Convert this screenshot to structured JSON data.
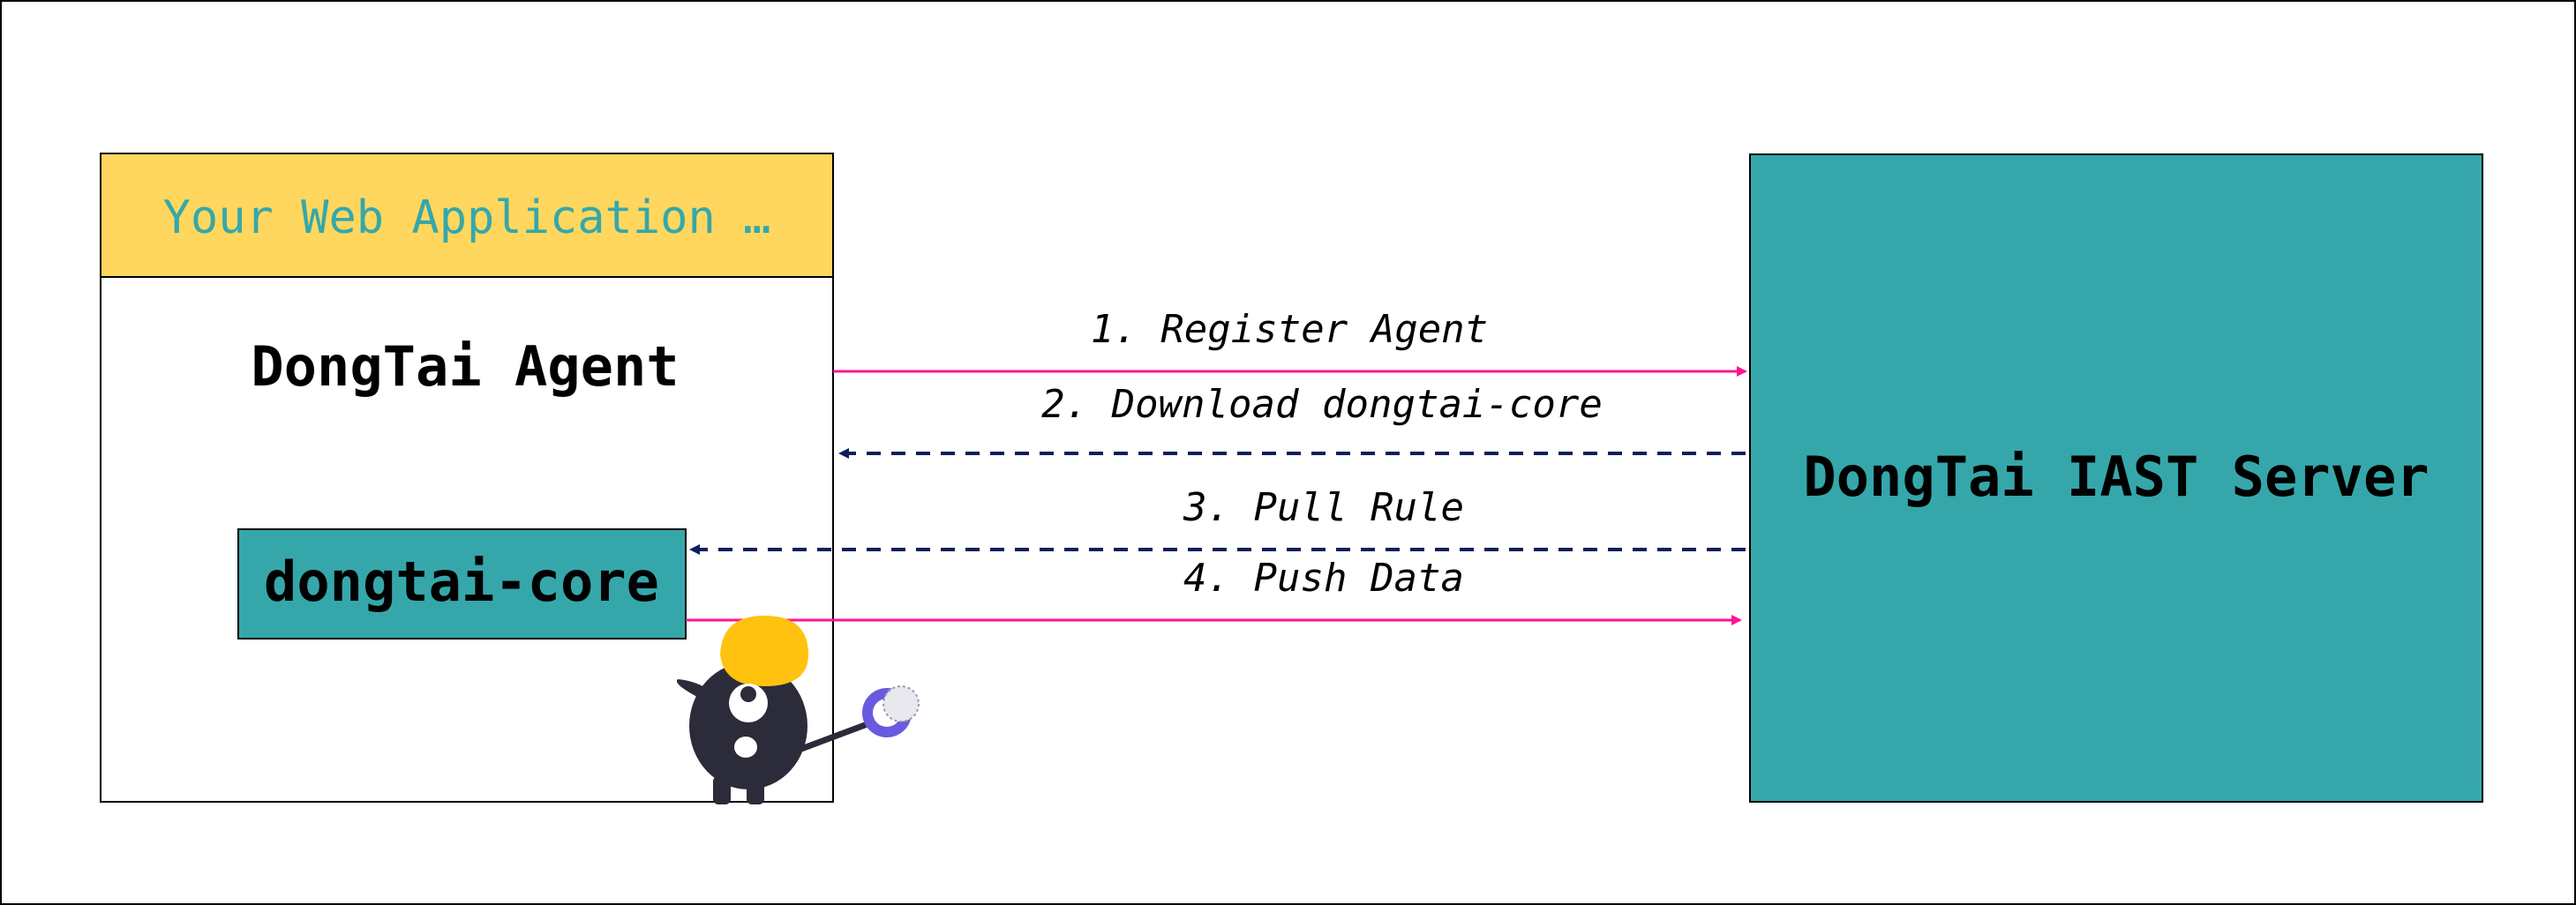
{
  "web_app": {
    "title": "Your Web Application …",
    "header_fill": "#FFD75E",
    "title_color": "#35A7AB"
  },
  "agent": {
    "title": "DongTai Agent"
  },
  "core": {
    "label": "dongtai-core",
    "fill": "#35A7AB"
  },
  "server": {
    "label": "DongTai IAST Server",
    "fill": "#35A7AB"
  },
  "flows": [
    {
      "label": "1. Register Agent",
      "direction": "to-server",
      "style": "solid",
      "color": "#FF1493"
    },
    {
      "label": "2. Download dongtai-core",
      "direction": "to-agent",
      "style": "dashed",
      "color": "#0B1F5A"
    },
    {
      "label": "3. Pull Rule",
      "direction": "to-core",
      "style": "dashed",
      "color": "#0B1F5A"
    },
    {
      "label": "4. Push Data",
      "direction": "to-server",
      "style": "solid",
      "color": "#FF1493"
    }
  ],
  "mascot": {
    "icon": "mascot-with-magnifier-icon",
    "body_color": "#2B2B3A",
    "hat_color": "#FFC20E",
    "accent_color": "#6A5AE0"
  }
}
